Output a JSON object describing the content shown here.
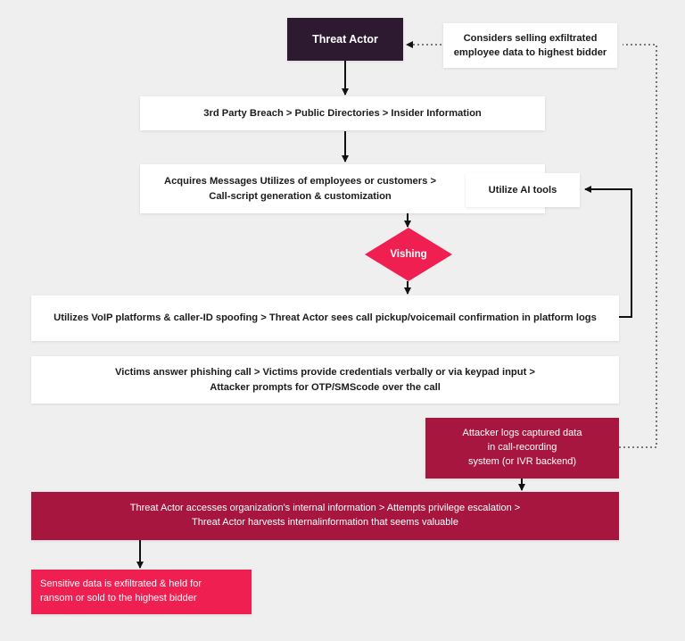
{
  "nodes": {
    "threat_actor": "Threat Actor",
    "considers_selling": [
      "Considers selling exfiltrated",
      "employee data to highest bidder"
    ],
    "breach_sources": "3rd Party Breach > Public Directories > Insider Information",
    "acquires_messages": [
      "Acquires Messages Utilizes of employees or customers >",
      "Call-script generation & customization"
    ],
    "utilize_ai": "Utilize AI tools",
    "vishing": "Vishing",
    "voip": "Utilizes VoIP platforms & caller-ID spoofing > Threat Actor sees call pickup/voicemail confirmation in platform logs",
    "victims": [
      "Victims answer phishing call > Victims provide credentials verbally or via keypad input >",
      "Attacker prompts for OTP/SMScode over the call"
    ],
    "attacker_logs": [
      "Attacker logs captured data",
      "in call-recording",
      "system (or IVR backend)"
    ],
    "internal_access": [
      "Threat Actor accesses organization's internal information > Attempts privilege escalation >",
      "Threat Actor harvests internalinformation that seems valuable"
    ],
    "exfiltrated": [
      "Sensitive data is exfiltrated & held for",
      "ransom or sold to the highest bidder"
    ]
  },
  "colors": {
    "dark_box": "#2e1a30",
    "maroon_box": "#a7163f",
    "pink_accent": "#ef1f52",
    "white_box": "#ffffff",
    "background": "#efefef"
  }
}
